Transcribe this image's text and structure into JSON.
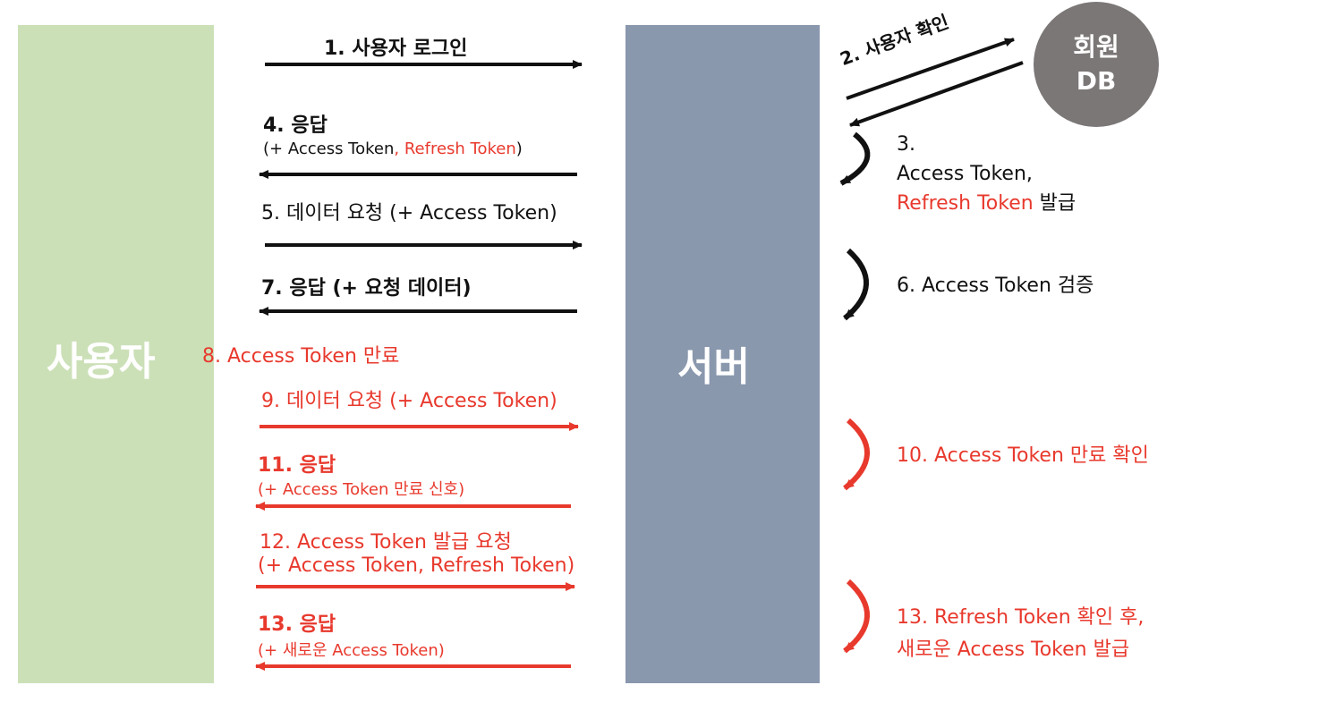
{
  "colors": {
    "user": "#cce0b8",
    "server": "#8a98ae",
    "db": "#7b7776",
    "red": "#e8392d",
    "black": "#111111"
  },
  "actors": {
    "user": "사용자",
    "server": "서버",
    "db_line1": "회원",
    "db_line2": "DB"
  },
  "steps": {
    "s1": "1. 사용자 로그인",
    "s2": "2. 사용자 확인",
    "s3_num": "3.",
    "s3_a": "Access Token,",
    "s3_b_red": "Refresh Token",
    "s3_b_rest": " 발급",
    "s4_title": "4. 응답",
    "s4_sub_a": "(+ Access Token",
    "s4_sub_red": ", Refresh Token",
    "s4_sub_c": ")",
    "s5": "5. 데이터 요청 (+ Access Token)",
    "s6": "6. Access Token 검증",
    "s7": "7. 응답 (+ 요청 데이터)",
    "s8": "8. Access Token 만료",
    "s9": "9. 데이터 요청 (+ Access Token)",
    "s10": "10. Access Token 만료 확인",
    "s11_title": "11. 응답",
    "s11_sub": "(+ Access Token 만료 신호)",
    "s12_a": "12. Access Token 발급 요청",
    "s12_b": "(+ Access Token, Refresh Token)",
    "s13_title": "13. 응답",
    "s13_sub": "(+ 새로운 Access Token)",
    "s13r_a": "13. Refresh Token 확인 후,",
    "s13r_b": "새로운 Access Token 발급"
  }
}
